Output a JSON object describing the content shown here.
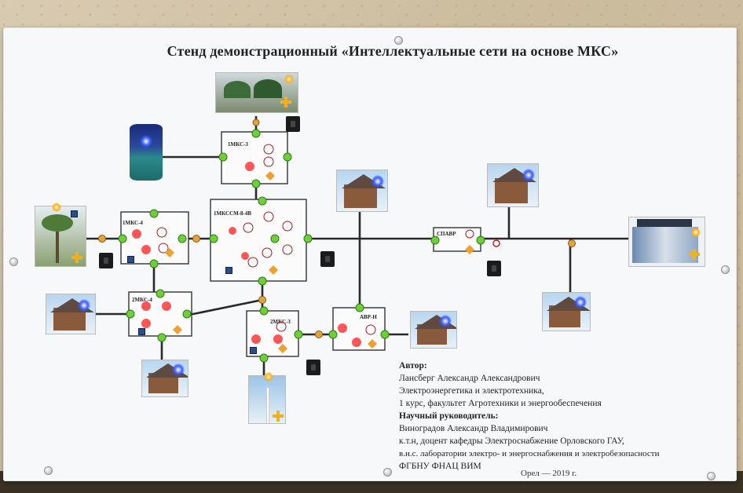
{
  "title": "Стенд демонстрационный «Интеллектуальные сети на основе МКС»",
  "nodes": {
    "mks3_top": "1МКС-3",
    "mks4": "1МКС-4",
    "mkssm": "1МКССМ-8-4В",
    "mks4_lower": "2МКС-4",
    "mks3_lower": "2МКС-3",
    "avr": "АВР-Н",
    "spavr": "СПАВР"
  },
  "info": {
    "author_heading": "Автор:",
    "author_name": "Лансберг Александр Александрович",
    "author_field": "Электроэнергетика и электротехника,",
    "author_course": "1 курс, факультет Агротехники и энергообеспечения",
    "advisor_heading": "Научный руководитель:",
    "advisor_name": "Виноградов Александр Владимирович",
    "advisor_line1": "к.т.н, доцент кафедры Электроснабжение Орловского ГАУ,",
    "advisor_line2": "в.н.с. лаборатории электро- и энергоснабжения и электробезопасности",
    "advisor_line3": "ФГБНУ ФНАЦ ВИМ",
    "city_year": "Орел — 2019 г."
  }
}
